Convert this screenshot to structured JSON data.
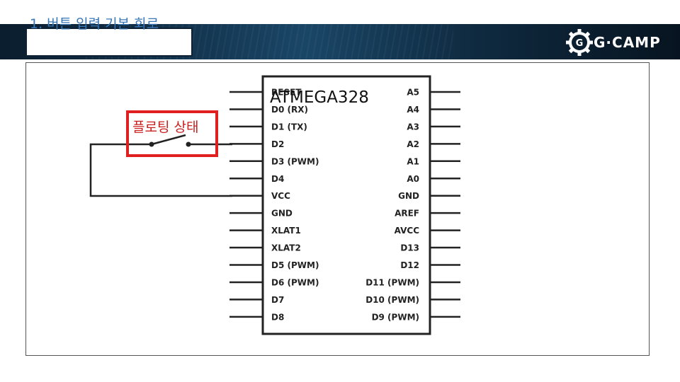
{
  "slide": {
    "title": "1. 버튼 입력 기본 회로",
    "logo_text": "G·CAMP"
  },
  "schematic": {
    "chip_name": "ATMEGA328",
    "left_pins": [
      "RESET",
      "D0 (RX)",
      "D1 (TX)",
      "D2",
      "D3 (PWM)",
      "D4",
      "VCC",
      "GND",
      "XLAT1",
      "XLAT2",
      "D5 (PWM)",
      "D6 (PWM)",
      "D7",
      "D8"
    ],
    "right_pins": [
      "A5",
      "A4",
      "A3",
      "A2",
      "A1",
      "A0",
      "GND",
      "AREF",
      "AVCC",
      "D13",
      "D12",
      "D11 (PWM)",
      "D10 (PWM)",
      "D9 (PWM)"
    ],
    "annotation": "플로팅 상태",
    "annotation_color": "#e02020"
  }
}
